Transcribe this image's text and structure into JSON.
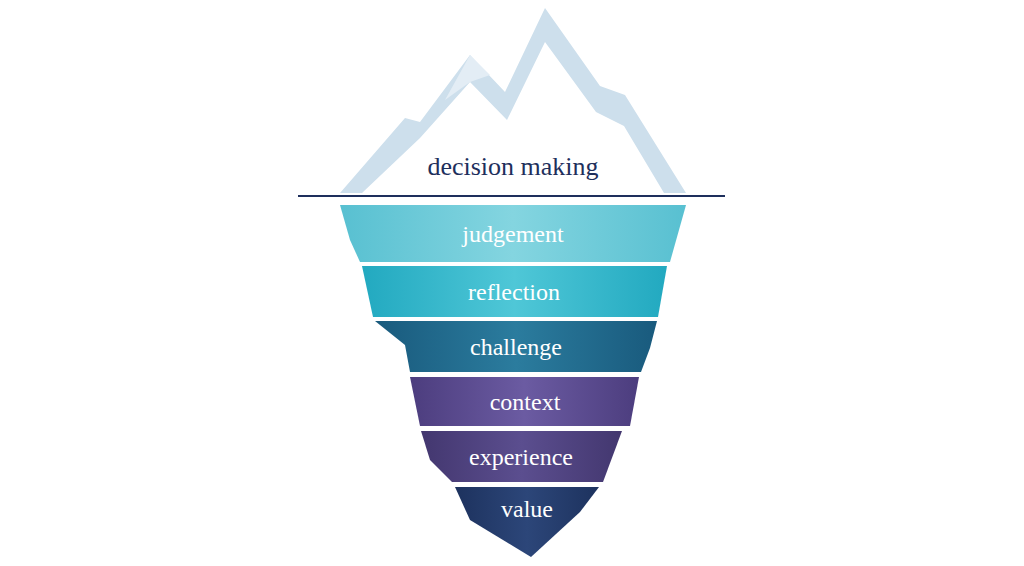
{
  "diagram": {
    "nodes": [
      {
        "text": [
          "decision making"
        ]
      },
      {
        "text": [
          "judgement"
        ]
      },
      {
        "text": [
          "reflection"
        ]
      },
      {
        "text": [
          "challenge"
        ]
      },
      {
        "text": [
          "context"
        ]
      },
      {
        "text": [
          "experience"
        ]
      },
      {
        "text": [
          "value"
        ]
      }
    ]
  }
}
